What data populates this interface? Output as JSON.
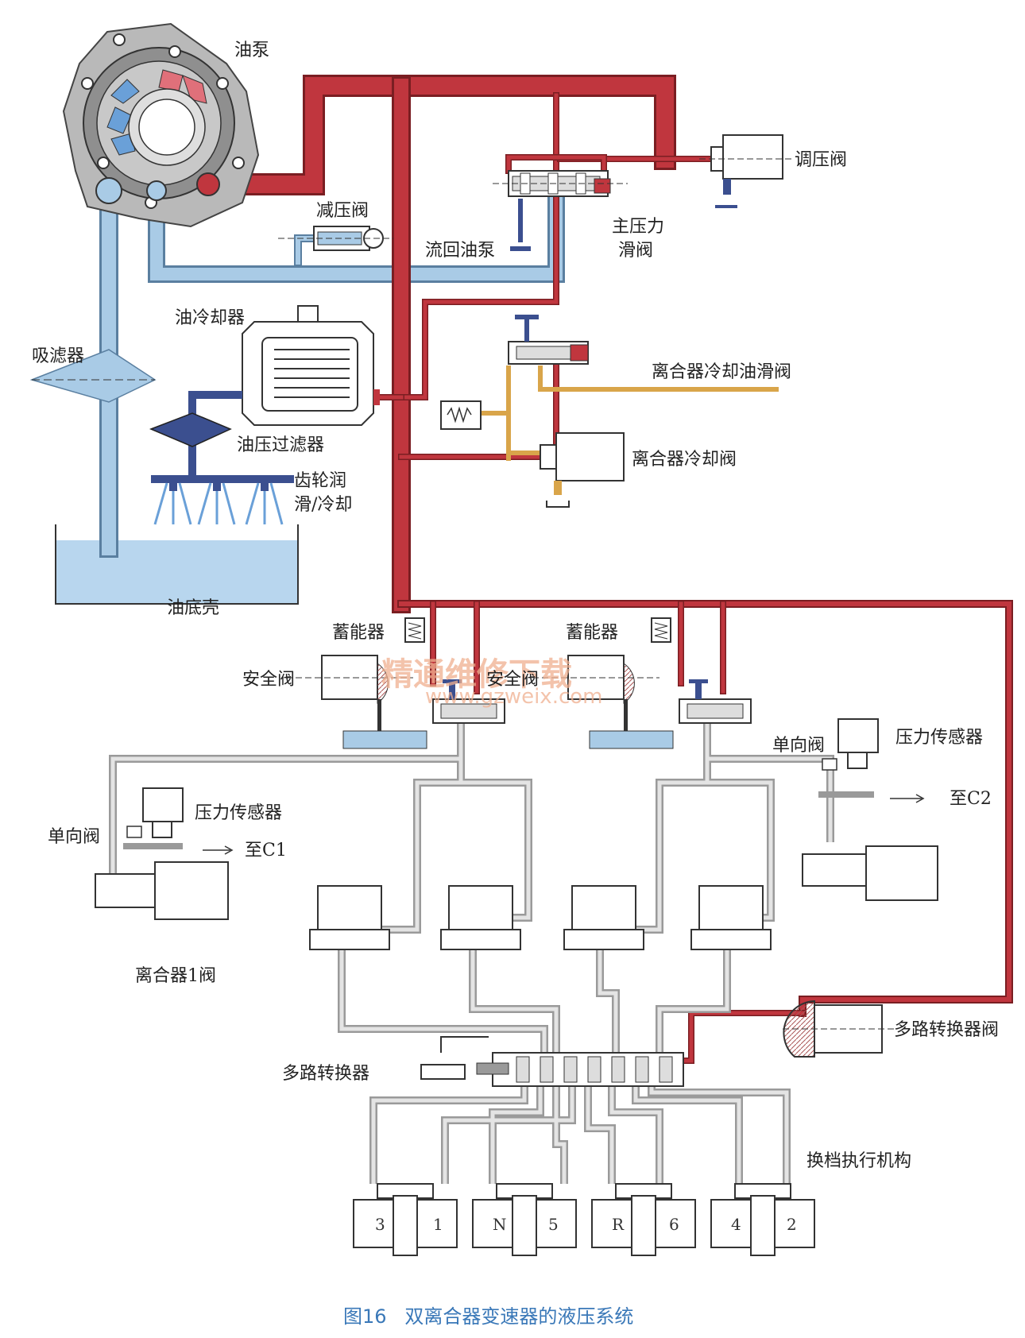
{
  "labels": {
    "oil_pump": "油泵",
    "pressure_reducing_valve": "减压阀",
    "return_pump": "流回油泵",
    "pressure_regulator": "调压阀",
    "main_pressure_valve_1": "主压力",
    "main_pressure_valve_2": "滑阀",
    "suction_filter": "吸滤器",
    "oil_cooler": "油冷却器",
    "pressure_filter": "油压过滤器",
    "gear_lube_1": "齿轮润",
    "gear_lube_2": "滑/冷却",
    "sump": "油底壳",
    "clutch_cooling_slide_valve": "离合器冷却油滑阀",
    "clutch_cooling_valve": "离合器冷却阀",
    "accumulator_left": "蓄能器",
    "accumulator_right": "蓄能器",
    "safety_valve_left": "安全阀",
    "safety_valve_right": "安全阀",
    "check_valve_left": "单向阀",
    "check_valve_right": "单向阀",
    "pressure_sensor_left": "压力传感器",
    "pressure_sensor_right": "压力传感器",
    "to_c1": "至C1",
    "to_c2": "至C2",
    "clutch1_valve": "离合器1阀",
    "multiplexer_valve": "多路转换器阀",
    "multiplexer": "多路转换器",
    "shift_actuator": "换档执行机构"
  },
  "gears": [
    "3",
    "1",
    "N",
    "5",
    "R",
    "6",
    "4",
    "2"
  ],
  "caption": "图16   双离合器变速器的液压系统",
  "watermark": {
    "cn": "精通维修下载",
    "url": "www.gzweix.com"
  },
  "colors": {
    "pressure": "#c0363e",
    "suction": "#a9cbe6",
    "cooling": "#d9a54a",
    "control": "#b8b8b8",
    "filter": "#3b4f8f"
  }
}
